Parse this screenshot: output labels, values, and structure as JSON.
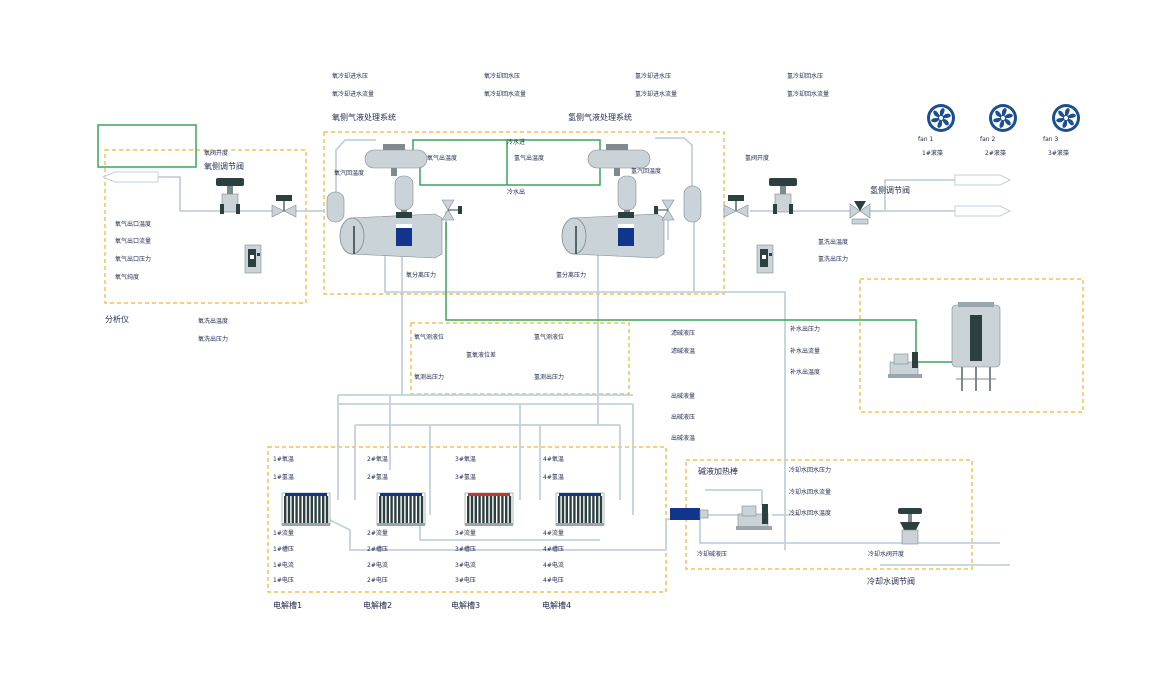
{
  "colors": {
    "pipe": "#c3d1db",
    "green_pipe": "#3aa55c",
    "frame": "#f2b233",
    "equip": "#c9d3d8",
    "dark": "#2d4040",
    "blue": "#12358c",
    "fan": "#1c4f8f",
    "text": "#1e2a4a"
  },
  "icons": {
    "fan": "fan-icon",
    "valve": "valve-icon",
    "tank": "tank-icon",
    "pump": "pump-icon"
  },
  "top_labels": {
    "o_cool_in_p": "氧冷却进水压",
    "o_cool_in_f": "氧冷却进水流量",
    "o_cool_back_p": "氧冷却回水压",
    "o_cool_back_f": "氧冷却回水流量",
    "h_cool_in_p": "氢冷却进水压",
    "h_cool_in_f": "氢冷却进水流量",
    "h_cool_back_p": "氢冷却回水压",
    "h_cool_back_f": "氢冷却回水流量"
  },
  "titles": {
    "o_gl_system": "氧侧气液处理系统",
    "h_gl_system": "氢侧气液处理系统",
    "o_valve": "氧侧调节阀",
    "h_valve": "氢侧调节阀",
    "analyzer": "分析仪",
    "alkali_heater": "碱液加热棒",
    "cool_valve": "冷却水调节阀",
    "cell1": "电解槽1",
    "cell2": "电解槽2",
    "cell3": "电解槽3",
    "cell4": "电解槽4"
  },
  "fans": [
    {
      "name": "fan 1",
      "status": "1#滚藻"
    },
    {
      "name": "fan 2",
      "status": "2#滚藻"
    },
    {
      "name": "fan 3",
      "status": "3#滚藻"
    }
  ],
  "labels": {
    "o_open": "氧阀开度",
    "h_open": "氢阀开度",
    "o_gas_temp": "氧气出温度",
    "h_gas_temp": "氢气出温度",
    "o_back_temp": "氧汽回温度",
    "h_back_temp": "氢汽回温度",
    "cool_in": "冷水进",
    "cool_out": "冷水出",
    "o_sep_p": "氧分离压力",
    "h_sep_p": "氢分离压力",
    "o_out_temp": "氧气出口温度",
    "o_out_flow": "氧气出口流量",
    "o_out_pressure": "氧气出口压力",
    "o_purity": "氧气纯度",
    "o_wash_temp": "氧洗出温度",
    "o_wash_p": "氧洗出压力",
    "h_wash_temp": "氢洗出温度",
    "h_wash_p": "氢洗出压力",
    "o_level": "氧气测液位",
    "h_level": "氢气测液位",
    "ho_level_diff": "氢氧液位差",
    "o_meas_p": "氧测出压力",
    "h_meas_p": "氢测出压力",
    "filter_p": "滤碱液压",
    "filter_temp": "滤碱液温",
    "out_alk_flow": "出碱液量",
    "out_alk_p": "出碱液压",
    "out_alk_temp": "出碱液温",
    "refill_p": "补水出压力",
    "refill_f": "补水出流量",
    "refill_t": "补水出温度",
    "cool_back_p": "冷却水回水压力",
    "cool_back_f": "冷却水回水流量",
    "cool_back_t": "冷却水回水温度",
    "cool_alk_p": "冷却碱液压",
    "cool_valve_open": "冷却水阀开度"
  },
  "cells": [
    {
      "o": "1#氧温",
      "h": "1#氢温",
      "flow": "1#流量",
      "p": "1#槽压",
      "cur": "1#电流",
      "volt": "1#电压"
    },
    {
      "o": "2#氧温",
      "h": "2#氢温",
      "flow": "2#流量",
      "p": "2#槽压",
      "cur": "2#电流",
      "volt": "2#电压"
    },
    {
      "o": "3#氧温",
      "h": "3#氢温",
      "flow": "3#流量",
      "p": "3#槽压",
      "cur": "3#电流",
      "volt": "3#电压"
    },
    {
      "o": "4#氧温",
      "h": "4#氢温",
      "flow": "4#流量",
      "p": "4#槽压",
      "cur": "4#电流",
      "volt": "4#电压"
    }
  ]
}
